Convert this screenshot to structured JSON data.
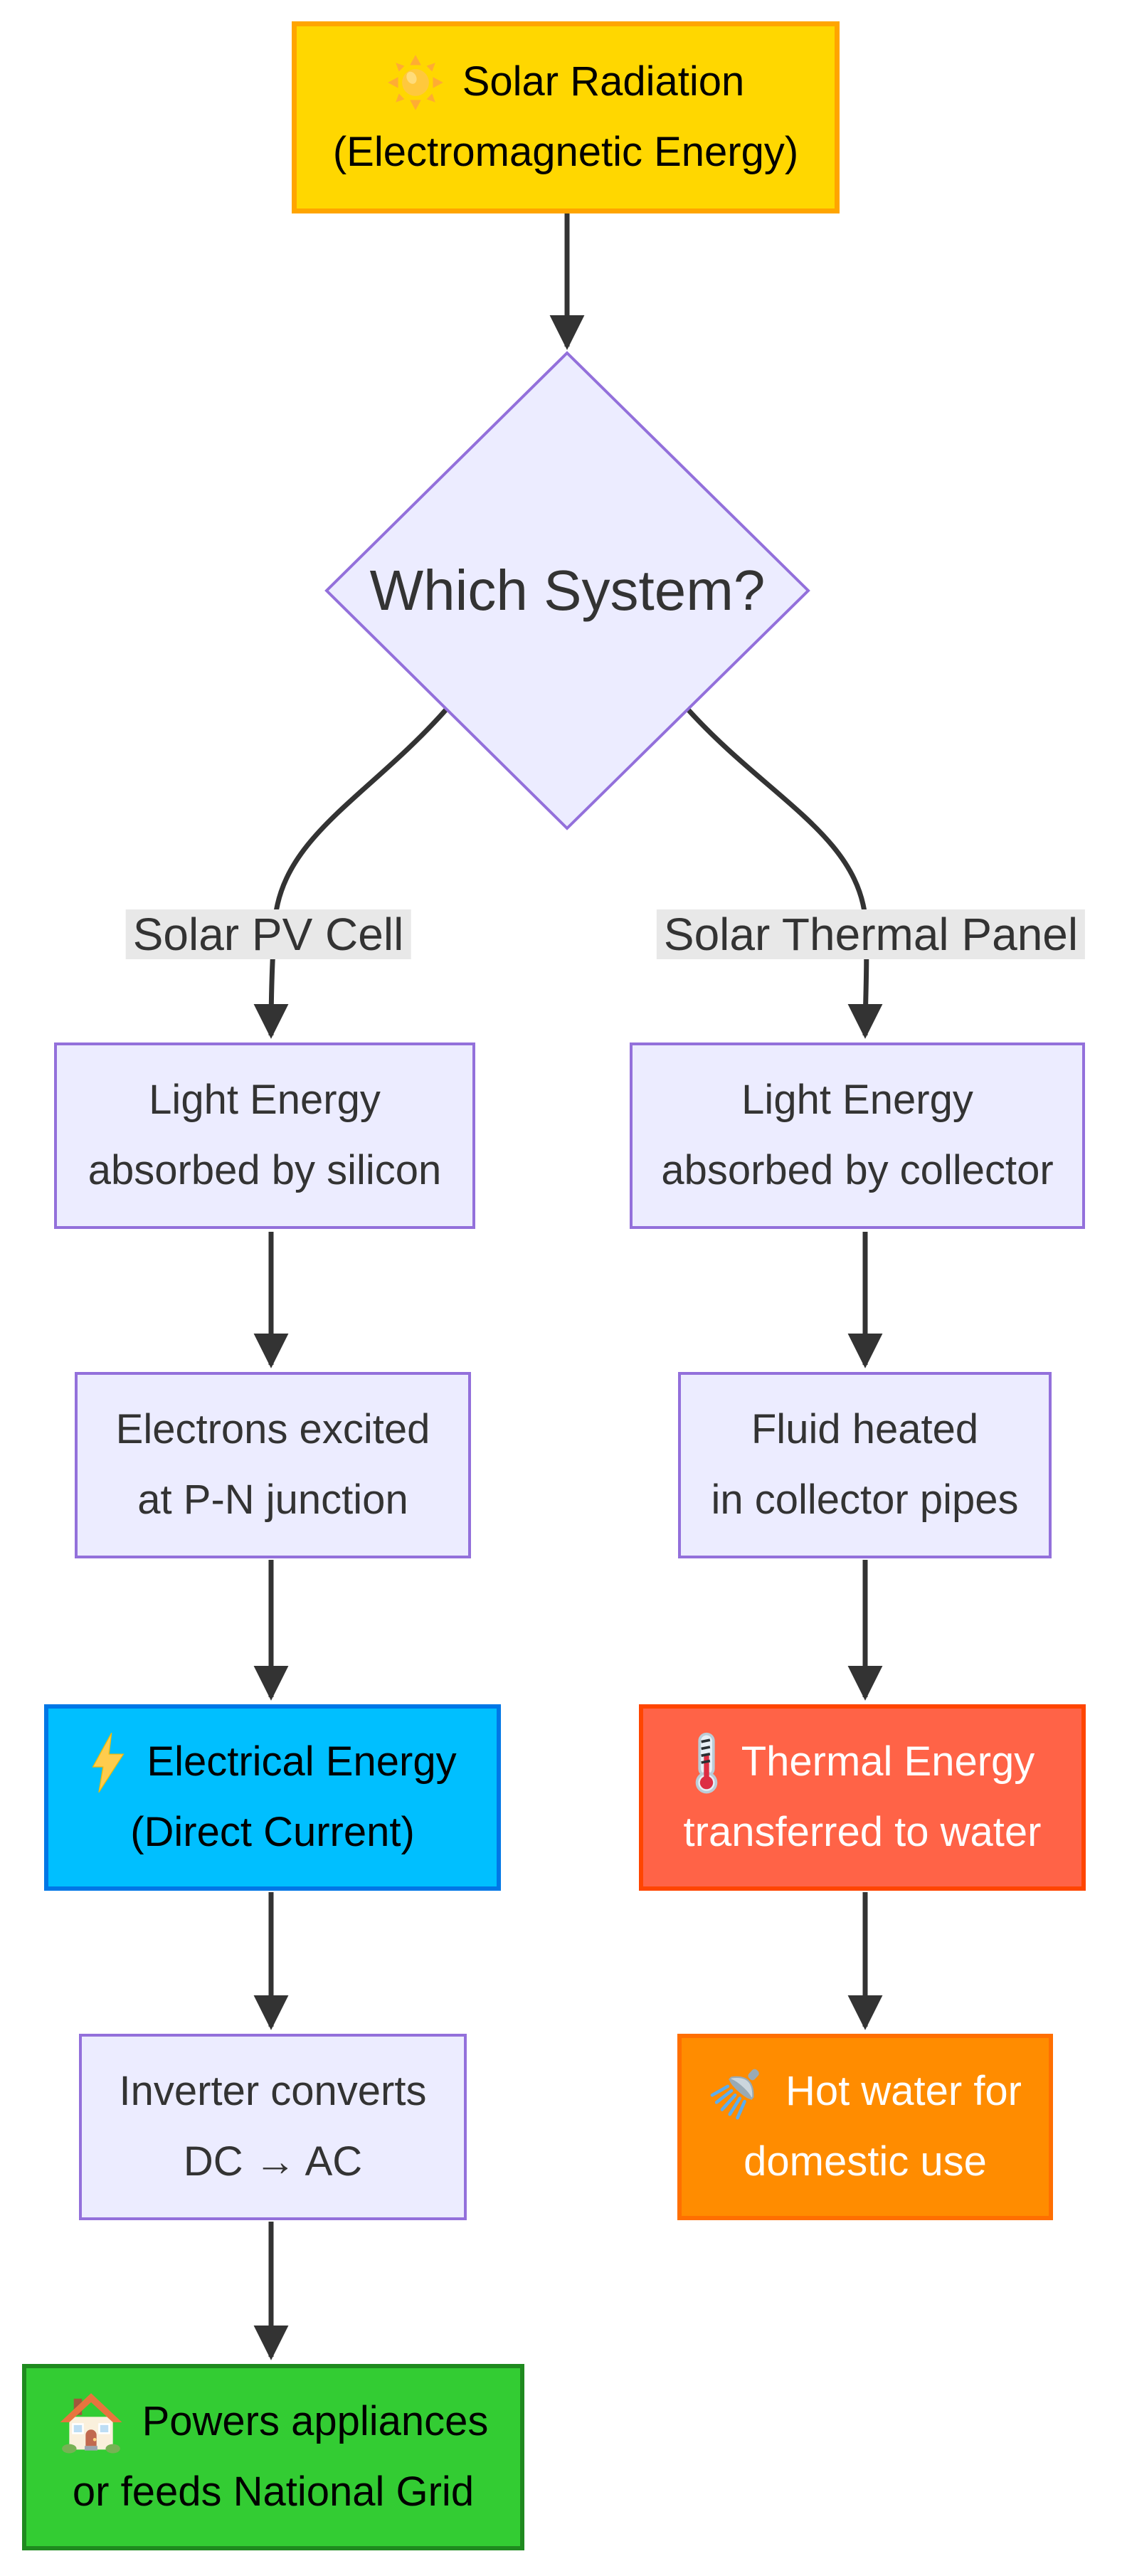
{
  "nodes": {
    "solar_radiation": {
      "icon": "sun-icon",
      "line1": "Solar Radiation",
      "line2": "(Electromagnetic Energy)"
    },
    "which_system": {
      "label": "Which System?"
    },
    "pv_absorb": {
      "line1": "Light Energy",
      "line2": "absorbed by silicon"
    },
    "thermal_absorb": {
      "line1": "Light Energy",
      "line2": "absorbed by collector"
    },
    "electrons": {
      "line1": "Electrons excited",
      "line2": "at P-N junction"
    },
    "fluid": {
      "line1": "Fluid heated",
      "line2": "in collector pipes"
    },
    "electrical_energy": {
      "icon": "lightning-icon",
      "line1": "Electrical Energy",
      "line2": "(Direct Current)"
    },
    "thermal_energy": {
      "icon": "thermometer-icon",
      "line1": "Thermal Energy",
      "line2": "transferred to water"
    },
    "inverter": {
      "line1": "Inverter converts",
      "line2": "DC → AC"
    },
    "hot_water": {
      "icon": "shower-icon",
      "line1": "Hot water for",
      "line2": "domestic use"
    },
    "grid": {
      "icon": "house-icon",
      "line1": "Powers appliances",
      "line2": "or feeds National Grid"
    }
  },
  "edge_labels": {
    "pv": "Solar PV Cell",
    "thermal": "Solar Thermal Panel"
  },
  "colors": {
    "solar_fill": "#FFD700",
    "solar_border": "#FFA500",
    "decision_fill": "#ECECFF",
    "decision_border": "#9370DB",
    "process_fill": "#ECECFF",
    "process_border": "#9370DB",
    "electrical_fill": "#00BFFF",
    "electrical_border": "#0077E6",
    "thermal_fill": "#FF6347",
    "thermal_border": "#FF4500",
    "hotwater_fill": "#FF8C00",
    "hotwater_border": "#FF6F00",
    "grid_fill": "#33CC33",
    "grid_border": "#1F8A1F",
    "edge_label_bg": "#E8E8E8",
    "arrow": "#333333"
  }
}
